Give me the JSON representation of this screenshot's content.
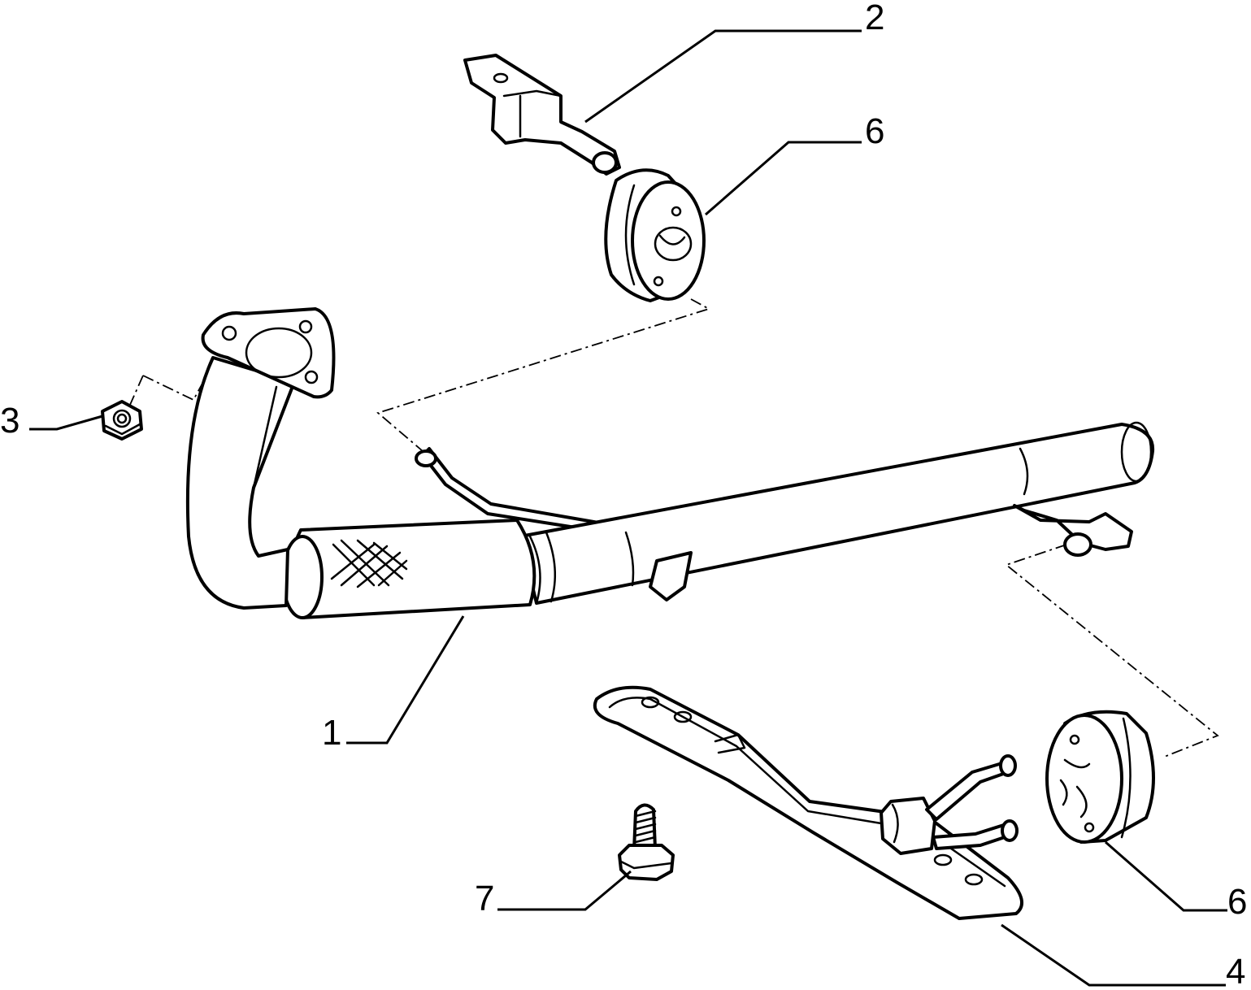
{
  "callouts": {
    "c1": "1",
    "c2": "2",
    "c3": "3",
    "c4": "4",
    "c6_top": "6",
    "c6_bottom": "6",
    "c7": "7"
  }
}
